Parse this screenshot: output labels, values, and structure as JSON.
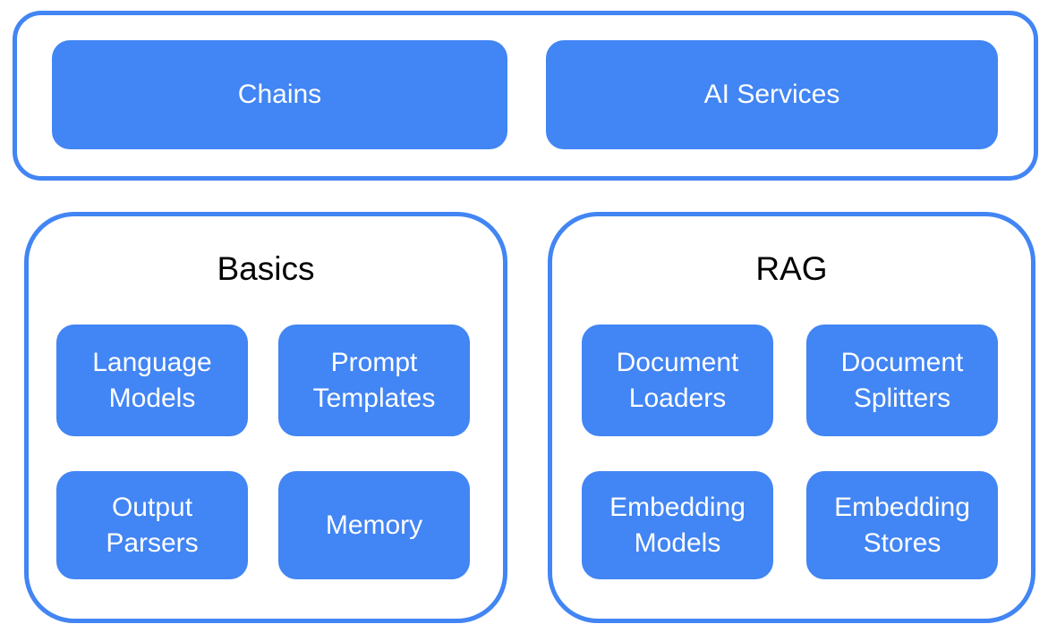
{
  "colors": {
    "accent_blue": "#4285f4",
    "box_text": "#ffffff",
    "title_text": "#000000",
    "background": "#ffffff"
  },
  "top_group": {
    "items": [
      {
        "label": "Chains"
      },
      {
        "label": "AI Services"
      }
    ]
  },
  "groups": [
    {
      "title": "Basics",
      "items": [
        {
          "label": "Language Models"
        },
        {
          "label": "Prompt Templates"
        },
        {
          "label": "Output Parsers"
        },
        {
          "label": "Memory"
        }
      ]
    },
    {
      "title": "RAG",
      "items": [
        {
          "label": "Document Loaders"
        },
        {
          "label": "Document Splitters"
        },
        {
          "label": "Embedding Models"
        },
        {
          "label": "Embedding Stores"
        }
      ]
    }
  ]
}
